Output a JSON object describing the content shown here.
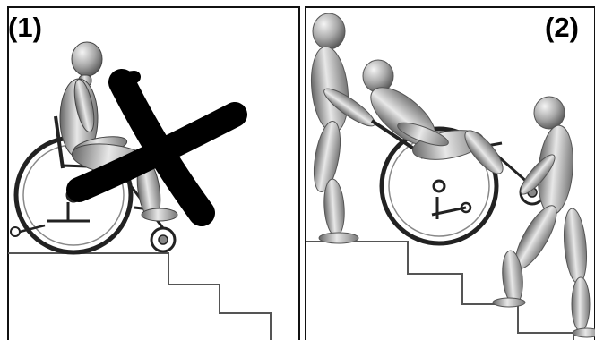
{
  "panels": [
    {
      "label": "(1)",
      "depicts": "wheelchair-user-alone-at-stairs",
      "status": "incorrect"
    },
    {
      "label": "(2)",
      "depicts": "two-helpers-tilt-wheelchair-on-stairs",
      "status": "correct"
    }
  ],
  "colors": {
    "frame": "#000000",
    "stairs": "#555555",
    "figure": "#9a9a9a",
    "cross": "#000000"
  },
  "icons": {
    "cross": "x-mark-icon"
  }
}
